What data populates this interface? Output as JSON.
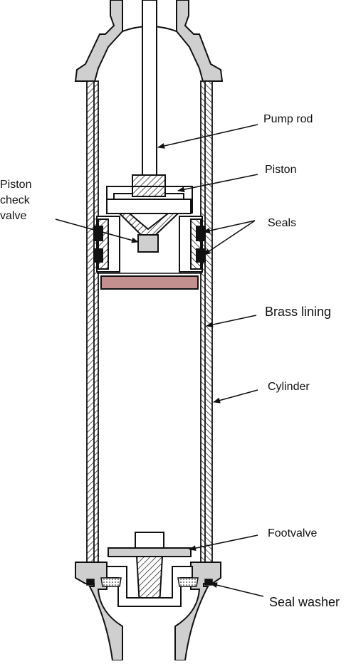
{
  "labels": {
    "pump_rod": "Pump rod",
    "piston": "Piston",
    "piston_check_valve": [
      "Piston",
      "check",
      "valve"
    ],
    "seals": "Seals",
    "brass_lining": "Brass lining",
    "cylinder": "Cylinder",
    "footvalve": "Footvalve",
    "seal_washer": "Seal washer"
  },
  "colors": {
    "line": "#111111",
    "casting_fill": "#cfcfcf",
    "piston_cup": "#c48f8f",
    "background": "#ffffff"
  }
}
